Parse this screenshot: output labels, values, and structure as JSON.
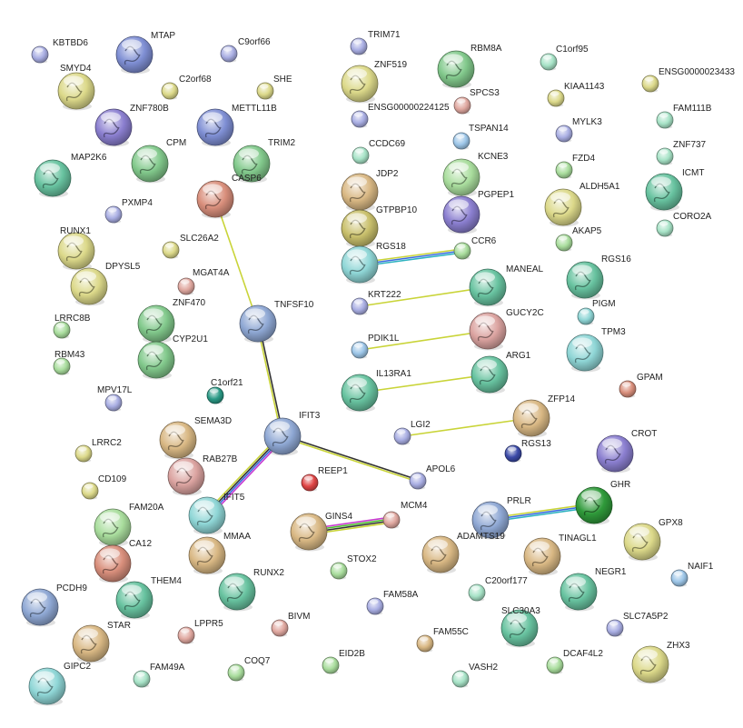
{
  "colors": {
    "blue": "#7f8fd4",
    "purple": "#8b7fd0",
    "green": "#82c98c",
    "teal": "#68c3a0",
    "yellow": "#dcd98a",
    "olive": "#c9c06c",
    "tan": "#d9b884",
    "salmon": "#d98f7c",
    "pink": "#dba3a0",
    "cyan": "#8fd6d6",
    "lightgreen": "#a9dd9d",
    "lavender": "#a9aee3",
    "steel": "#8fa8d4",
    "red": "#e04545",
    "darkblue": "#3b4aa8",
    "darkgreen": "#2f9a3a",
    "darkteal": "#2a9a86",
    "rosy": "#e0a8a0",
    "sky": "#9dc6e8",
    "mint": "#a7e3c7"
  },
  "edge_colors": {
    "black": "#333333",
    "yellow": "#c9d438",
    "magenta": "#c83bd0",
    "blue": "#3b6be0",
    "teal": "#2fb3c0",
    "green": "#4cc02e"
  },
  "nodes": [
    {
      "id": "KBTBD6",
      "label": "KBTBD6",
      "color": "lavender",
      "big": false
    },
    {
      "id": "MTAP",
      "label": "MTAP",
      "color": "blue",
      "big": true
    },
    {
      "id": "C9orf66",
      "label": "C9orf66",
      "color": "lavender",
      "big": false
    },
    {
      "id": "TRIM71",
      "label": "TRIM71",
      "color": "lavender",
      "big": false
    },
    {
      "id": "RBM8A",
      "label": "RBM8A",
      "color": "green",
      "big": true
    },
    {
      "id": "C1orf95",
      "label": "C1orf95",
      "color": "mint",
      "big": false
    },
    {
      "id": "ENSG0000023433",
      "label": "ENSG0000023433",
      "color": "yellow",
      "big": false
    },
    {
      "id": "SMYD4",
      "label": "SMYD4",
      "color": "yellow",
      "big": true
    },
    {
      "id": "C2orf68",
      "label": "C2orf68",
      "color": "yellow",
      "big": false
    },
    {
      "id": "SHE",
      "label": "SHE",
      "color": "yellow",
      "big": false
    },
    {
      "id": "ZNF519",
      "label": "ZNF519",
      "color": "yellow",
      "big": true
    },
    {
      "id": "SPCS3",
      "label": "SPCS3",
      "color": "rosy",
      "big": false
    },
    {
      "id": "KIAA1143",
      "label": "KIAA1143",
      "color": "yellow",
      "big": false
    },
    {
      "id": "FAM111B",
      "label": "FAM111B",
      "color": "mint",
      "big": false
    },
    {
      "id": "ZNF780B",
      "label": "ZNF780B",
      "color": "purple",
      "big": true
    },
    {
      "id": "METTL11B",
      "label": "METTL11B",
      "color": "blue",
      "big": true
    },
    {
      "id": "ENSG00000224125",
      "label": "ENSG00000224125",
      "color": "lavender",
      "big": false
    },
    {
      "id": "TSPAN14",
      "label": "TSPAN14",
      "color": "sky",
      "big": false
    },
    {
      "id": "MYLK3",
      "label": "MYLK3",
      "color": "lavender",
      "big": false
    },
    {
      "id": "ZNF737",
      "label": "ZNF737",
      "color": "mint",
      "big": false
    },
    {
      "id": "CPM",
      "label": "CPM",
      "color": "green",
      "big": true
    },
    {
      "id": "TRIM2",
      "label": "TRIM2",
      "color": "green",
      "big": true
    },
    {
      "id": "MAP2K6",
      "label": "MAP2K6",
      "color": "teal",
      "big": true
    },
    {
      "id": "CCDC69",
      "label": "CCDC69",
      "color": "mint",
      "big": false
    },
    {
      "id": "KCNE3",
      "label": "KCNE3",
      "color": "lightgreen",
      "big": true
    },
    {
      "id": "FZD4",
      "label": "FZD4",
      "color": "lightgreen",
      "big": false
    },
    {
      "id": "ICMT",
      "label": "ICMT",
      "color": "teal",
      "big": true
    },
    {
      "id": "CASP6",
      "label": "CASP6",
      "color": "salmon",
      "big": true
    },
    {
      "id": "JDP2",
      "label": "JDP2",
      "color": "tan",
      "big": true
    },
    {
      "id": "PGPEP1",
      "label": "PGPEP1",
      "color": "purple",
      "big": true
    },
    {
      "id": "ALDH5A1",
      "label": "ALDH5A1",
      "color": "yellow",
      "big": true
    },
    {
      "id": "PXMP4",
      "label": "PXMP4",
      "color": "lavender",
      "big": false
    },
    {
      "id": "GTPBP10",
      "label": "GTPBP10",
      "color": "olive",
      "big": true
    },
    {
      "id": "CORO2A",
      "label": "CORO2A",
      "color": "mint",
      "big": false
    },
    {
      "id": "RUNX1",
      "label": "RUNX1",
      "color": "yellow",
      "big": true
    },
    {
      "id": "SLC26A2",
      "label": "SLC26A2",
      "color": "yellow",
      "big": false
    },
    {
      "id": "AKAP5",
      "label": "AKAP5",
      "color": "lightgreen",
      "big": false
    },
    {
      "id": "RGS18",
      "label": "RGS18",
      "color": "cyan",
      "big": true
    },
    {
      "id": "CCR6",
      "label": "CCR6",
      "color": "lightgreen",
      "big": false
    },
    {
      "id": "DPYSL5",
      "label": "DPYSL5",
      "color": "yellow",
      "big": true
    },
    {
      "id": "MGAT4A",
      "label": "MGAT4A",
      "color": "rosy",
      "big": false
    },
    {
      "id": "RGS16",
      "label": "RGS16",
      "color": "teal",
      "big": true
    },
    {
      "id": "MANEAL",
      "label": "MANEAL",
      "color": "teal",
      "big": true
    },
    {
      "id": "ZNF470",
      "label": "ZNF470",
      "color": "green",
      "big": true
    },
    {
      "id": "TNFSF10",
      "label": "TNFSF10",
      "color": "steel",
      "big": true
    },
    {
      "id": "LRRC8B",
      "label": "LRRC8B",
      "color": "lightgreen",
      "big": false
    },
    {
      "id": "KRT222",
      "label": "KRT222",
      "color": "lavender",
      "big": false
    },
    {
      "id": "PIGM",
      "label": "PIGM",
      "color": "cyan",
      "big": false
    },
    {
      "id": "GUCY2C",
      "label": "GUCY2C",
      "color": "pink",
      "big": true
    },
    {
      "id": "CYP2U1",
      "label": "CYP2U1",
      "color": "green",
      "big": true
    },
    {
      "id": "TPM3",
      "label": "TPM3",
      "color": "cyan",
      "big": true
    },
    {
      "id": "RBM43",
      "label": "RBM43",
      "color": "lightgreen",
      "big": false
    },
    {
      "id": "PDIK1L",
      "label": "PDIK1L",
      "color": "sky",
      "big": false
    },
    {
      "id": "ARG1",
      "label": "ARG1",
      "color": "teal",
      "big": true
    },
    {
      "id": "GPAM",
      "label": "GPAM",
      "color": "salmon",
      "big": false
    },
    {
      "id": "MPV17L",
      "label": "MPV17L",
      "color": "lavender",
      "big": false
    },
    {
      "id": "C1orf21",
      "label": "C1orf21",
      "color": "darkteal",
      "big": false
    },
    {
      "id": "IL13RA1",
      "label": "IL13RA1",
      "color": "teal",
      "big": true
    },
    {
      "id": "ZFP14",
      "label": "ZFP14",
      "color": "tan",
      "big": true
    },
    {
      "id": "SEMA3D",
      "label": "SEMA3D",
      "color": "tan",
      "big": true
    },
    {
      "id": "IFIT3",
      "label": "IFIT3",
      "color": "steel",
      "big": true
    },
    {
      "id": "LGI2",
      "label": "LGI2",
      "color": "lavender",
      "big": false
    },
    {
      "id": "RGS13",
      "label": "RGS13",
      "color": "darkblue",
      "big": false
    },
    {
      "id": "CROT",
      "label": "CROT",
      "color": "purple",
      "big": true
    },
    {
      "id": "LRRC2",
      "label": "LRRC2",
      "color": "yellow",
      "big": false
    },
    {
      "id": "RAB27B",
      "label": "RAB27B",
      "color": "pink",
      "big": true
    },
    {
      "id": "REEP1",
      "label": "REEP1",
      "color": "red",
      "big": false
    },
    {
      "id": "APOL6",
      "label": "APOL6",
      "color": "lavender",
      "big": false
    },
    {
      "id": "CD109",
      "label": "CD109",
      "color": "yellow",
      "big": false
    },
    {
      "id": "IFIT5",
      "label": "IFIT5",
      "color": "cyan",
      "big": true
    },
    {
      "id": "FAM20A",
      "label": "FAM20A",
      "color": "lightgreen",
      "big": true
    },
    {
      "id": "GINS4",
      "label": "GINS4",
      "color": "tan",
      "big": true
    },
    {
      "id": "MCM4",
      "label": "MCM4",
      "color": "rosy",
      "big": false
    },
    {
      "id": "PRLR",
      "label": "PRLR",
      "color": "steel",
      "big": true
    },
    {
      "id": "GHR",
      "label": "GHR",
      "color": "darkgreen",
      "big": true
    },
    {
      "id": "MMAA",
      "label": "MMAA",
      "color": "tan",
      "big": true
    },
    {
      "id": "ADAMTS19",
      "label": "ADAMTS19",
      "color": "tan",
      "big": true
    },
    {
      "id": "TINAGL1",
      "label": "TINAGL1",
      "color": "tan",
      "big": true
    },
    {
      "id": "GPX8",
      "label": "GPX8",
      "color": "yellow",
      "big": true
    },
    {
      "id": "CA12",
      "label": "CA12",
      "color": "salmon",
      "big": true
    },
    {
      "id": "STOX2",
      "label": "STOX2",
      "color": "lightgreen",
      "big": false
    },
    {
      "id": "NAIF1",
      "label": "NAIF1",
      "color": "sky",
      "big": false
    },
    {
      "id": "THEM4",
      "label": "THEM4",
      "color": "teal",
      "big": true
    },
    {
      "id": "RUNX2",
      "label": "RUNX2",
      "color": "teal",
      "big": true
    },
    {
      "id": "C20orf177",
      "label": "C20orf177",
      "color": "mint",
      "big": false
    },
    {
      "id": "NEGR1",
      "label": "NEGR1",
      "color": "teal",
      "big": true
    },
    {
      "id": "PCDH9",
      "label": "PCDH9",
      "color": "steel",
      "big": true
    },
    {
      "id": "FAM58A",
      "label": "FAM58A",
      "color": "lavender",
      "big": false
    },
    {
      "id": "SLC30A3",
      "label": "SLC30A3",
      "color": "teal",
      "big": true
    },
    {
      "id": "SLC7A5P2",
      "label": "SLC7A5P2",
      "color": "lavender",
      "big": false
    },
    {
      "id": "STAR",
      "label": "STAR",
      "color": "tan",
      "big": true
    },
    {
      "id": "LPPR5",
      "label": "LPPR5",
      "color": "rosy",
      "big": false
    },
    {
      "id": "BIVM",
      "label": "BIVM",
      "color": "rosy",
      "big": false
    },
    {
      "id": "FAM55C",
      "label": "FAM55C",
      "color": "tan",
      "big": false
    },
    {
      "id": "ZHX3",
      "label": "ZHX3",
      "color": "yellow",
      "big": true
    },
    {
      "id": "GIPC2",
      "label": "GIPC2",
      "color": "cyan",
      "big": true
    },
    {
      "id": "FAM49A",
      "label": "FAM49A",
      "color": "mint",
      "big": false
    },
    {
      "id": "COQ7",
      "label": "COQ7",
      "color": "lightgreen",
      "big": false
    },
    {
      "id": "EID2B",
      "label": "EID2B",
      "color": "lightgreen",
      "big": false
    },
    {
      "id": "VASH2",
      "label": "VASH2",
      "color": "mint",
      "big": false
    },
    {
      "id": "DCAF4L2",
      "label": "DCAF4L2",
      "color": "lightgreen",
      "big": false
    }
  ],
  "edges": [
    {
      "from": "CASP6",
      "to": "TNFSF10",
      "colors": [
        "yellow"
      ]
    },
    {
      "from": "TNFSF10",
      "to": "IFIT3",
      "colors": [
        "black",
        "yellow"
      ]
    },
    {
      "from": "IFIT3",
      "to": "APOL6",
      "colors": [
        "black",
        "yellow"
      ]
    },
    {
      "from": "IFIT3",
      "to": "IFIT5",
      "colors": [
        "magenta",
        "blue",
        "black",
        "yellow"
      ]
    },
    {
      "from": "RGS18",
      "to": "CCR6",
      "colors": [
        "yellow",
        "blue",
        "teal"
      ]
    },
    {
      "from": "KRT222",
      "to": "MANEAL",
      "colors": [
        "yellow"
      ]
    },
    {
      "from": "PDIK1L",
      "to": "GUCY2C",
      "colors": [
        "yellow"
      ]
    },
    {
      "from": "IL13RA1",
      "to": "ARG1",
      "colors": [
        "yellow"
      ]
    },
    {
      "from": "LGI2",
      "to": "ZFP14",
      "colors": [
        "yellow"
      ]
    },
    {
      "from": "GINS4",
      "to": "MCM4",
      "colors": [
        "magenta",
        "green",
        "black",
        "yellow"
      ]
    },
    {
      "from": "PRLR",
      "to": "GHR",
      "colors": [
        "yellow",
        "blue",
        "teal"
      ]
    }
  ]
}
